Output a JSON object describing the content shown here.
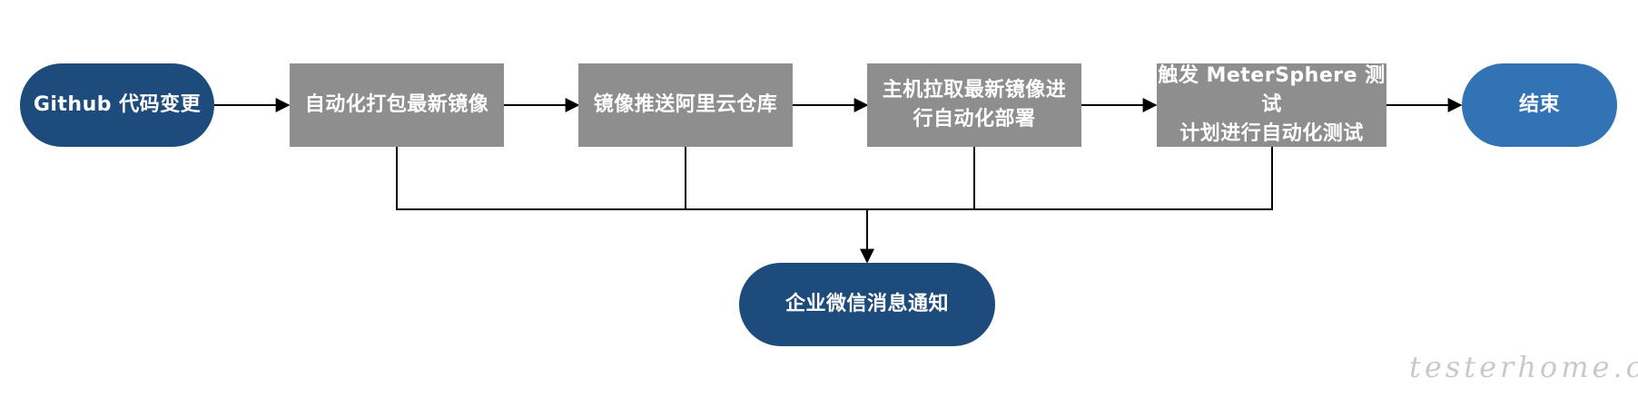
{
  "nodes": {
    "start": "Github 代码变更",
    "step1": "自动化打包最新镜像",
    "step2": "镜像推送阿里云仓库",
    "step3": "主机拉取最新镜像进\n行自动化部署",
    "step4": "触发 MeterSphere 测试\n计划进行自动化测试",
    "end": "结束",
    "notify": "企业微信消息通知"
  },
  "watermark": "testerhome.com",
  "colors": {
    "pill_dark": "#1d4b7c",
    "pill_light": "#3173b4",
    "process_box": "#8e8e8e",
    "connector": "#000000"
  }
}
